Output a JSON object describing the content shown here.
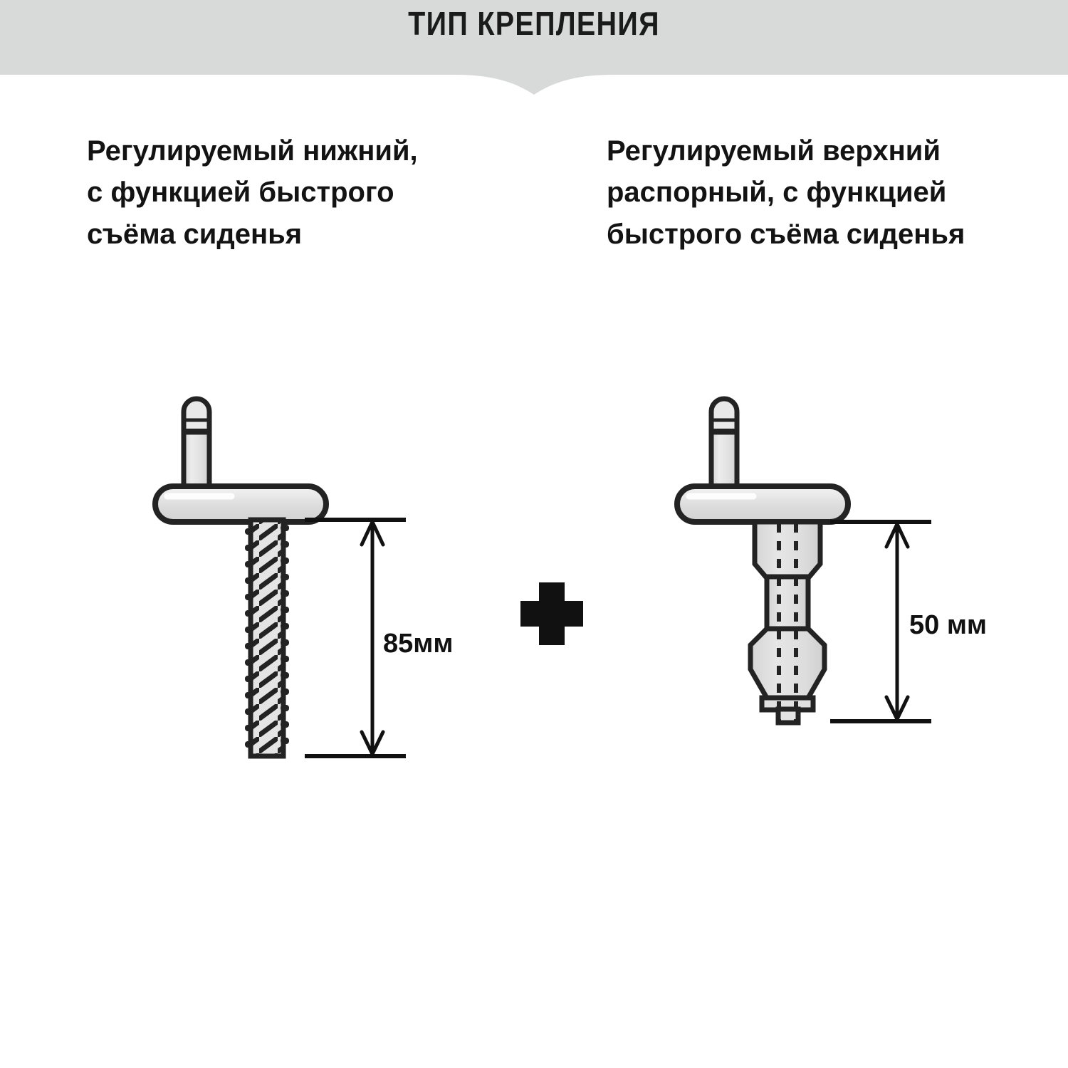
{
  "header": {
    "title": "ТИП КРЕПЛЕНИЯ",
    "band_color": "#d8dad9",
    "title_color": "#1b1b1b"
  },
  "columns": [
    {
      "id": "left",
      "caption": "Регулируемый нижний,\nс функцией быстрого\nсъёма сиденья",
      "part": "threaded-bolt",
      "dimension": {
        "label": "85мм",
        "value": 85,
        "unit": "мм"
      }
    },
    {
      "id": "right",
      "caption": "Регулируемый верхний\nраспорный, с функцией\nбыстрого съёма сиденья",
      "part": "expansion-dowel",
      "dimension": {
        "label": "50 мм",
        "value": 50,
        "unit": "мм"
      }
    }
  ],
  "connector": {
    "symbol": "+",
    "name": "plus-sign"
  },
  "colors": {
    "background": "#ffffff",
    "metal_fill": "#dcdcdc",
    "metal_fill_light": "#e6e6e6",
    "metal_highlight": "#fbfbfb",
    "outline": "#232323",
    "dimension_line": "#111111",
    "text": "#131313"
  }
}
